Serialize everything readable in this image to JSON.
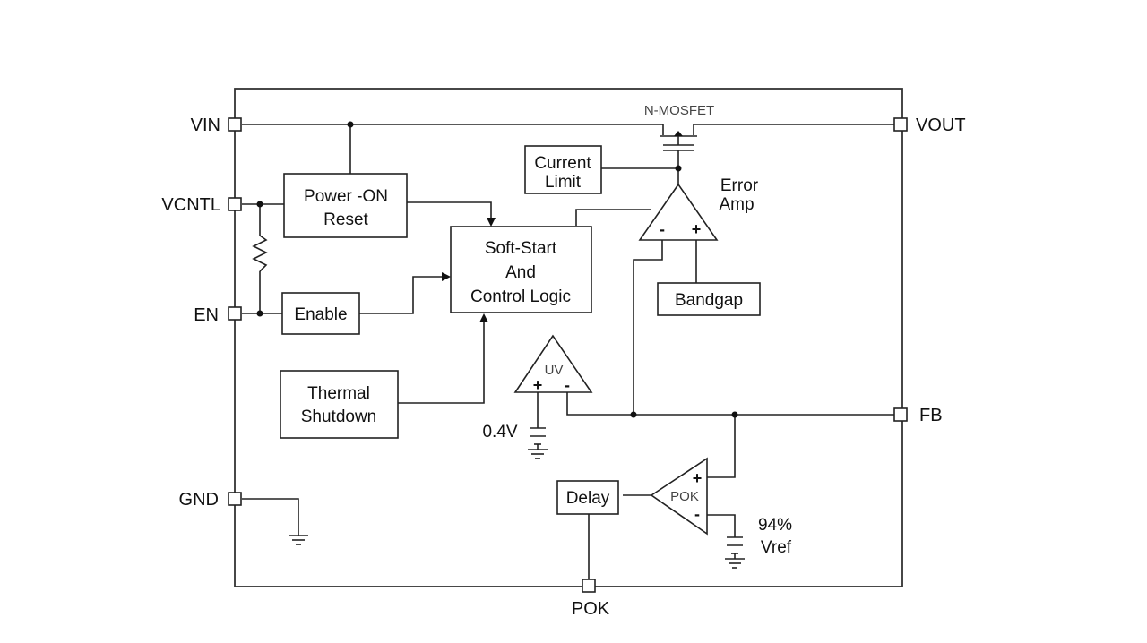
{
  "pins": {
    "vin": "VIN",
    "vcntl": "VCNTL",
    "en": "EN",
    "gnd": "GND",
    "vout": "VOUT",
    "fb": "FB",
    "pok": "POK"
  },
  "blocks": {
    "power_on_reset": [
      "Power -ON",
      "Reset"
    ],
    "enable": "Enable",
    "thermal_shutdown": [
      "Thermal",
      "Shutdown"
    ],
    "soft_start": [
      "Soft-Start",
      "And",
      "Control Logic"
    ],
    "current_limit": [
      "Current",
      "Limit"
    ],
    "bandgap": "Bandgap",
    "delay": "Delay"
  },
  "amps": {
    "error_amp_label": [
      "Error",
      "Amp"
    ],
    "uv": "UV",
    "pok": "POK"
  },
  "labels": {
    "nmosfet": "N-MOSFET",
    "ref_04": "0.4V",
    "ref_94": [
      "94%",
      "Vref"
    ],
    "plus": "+",
    "minus": "-"
  }
}
